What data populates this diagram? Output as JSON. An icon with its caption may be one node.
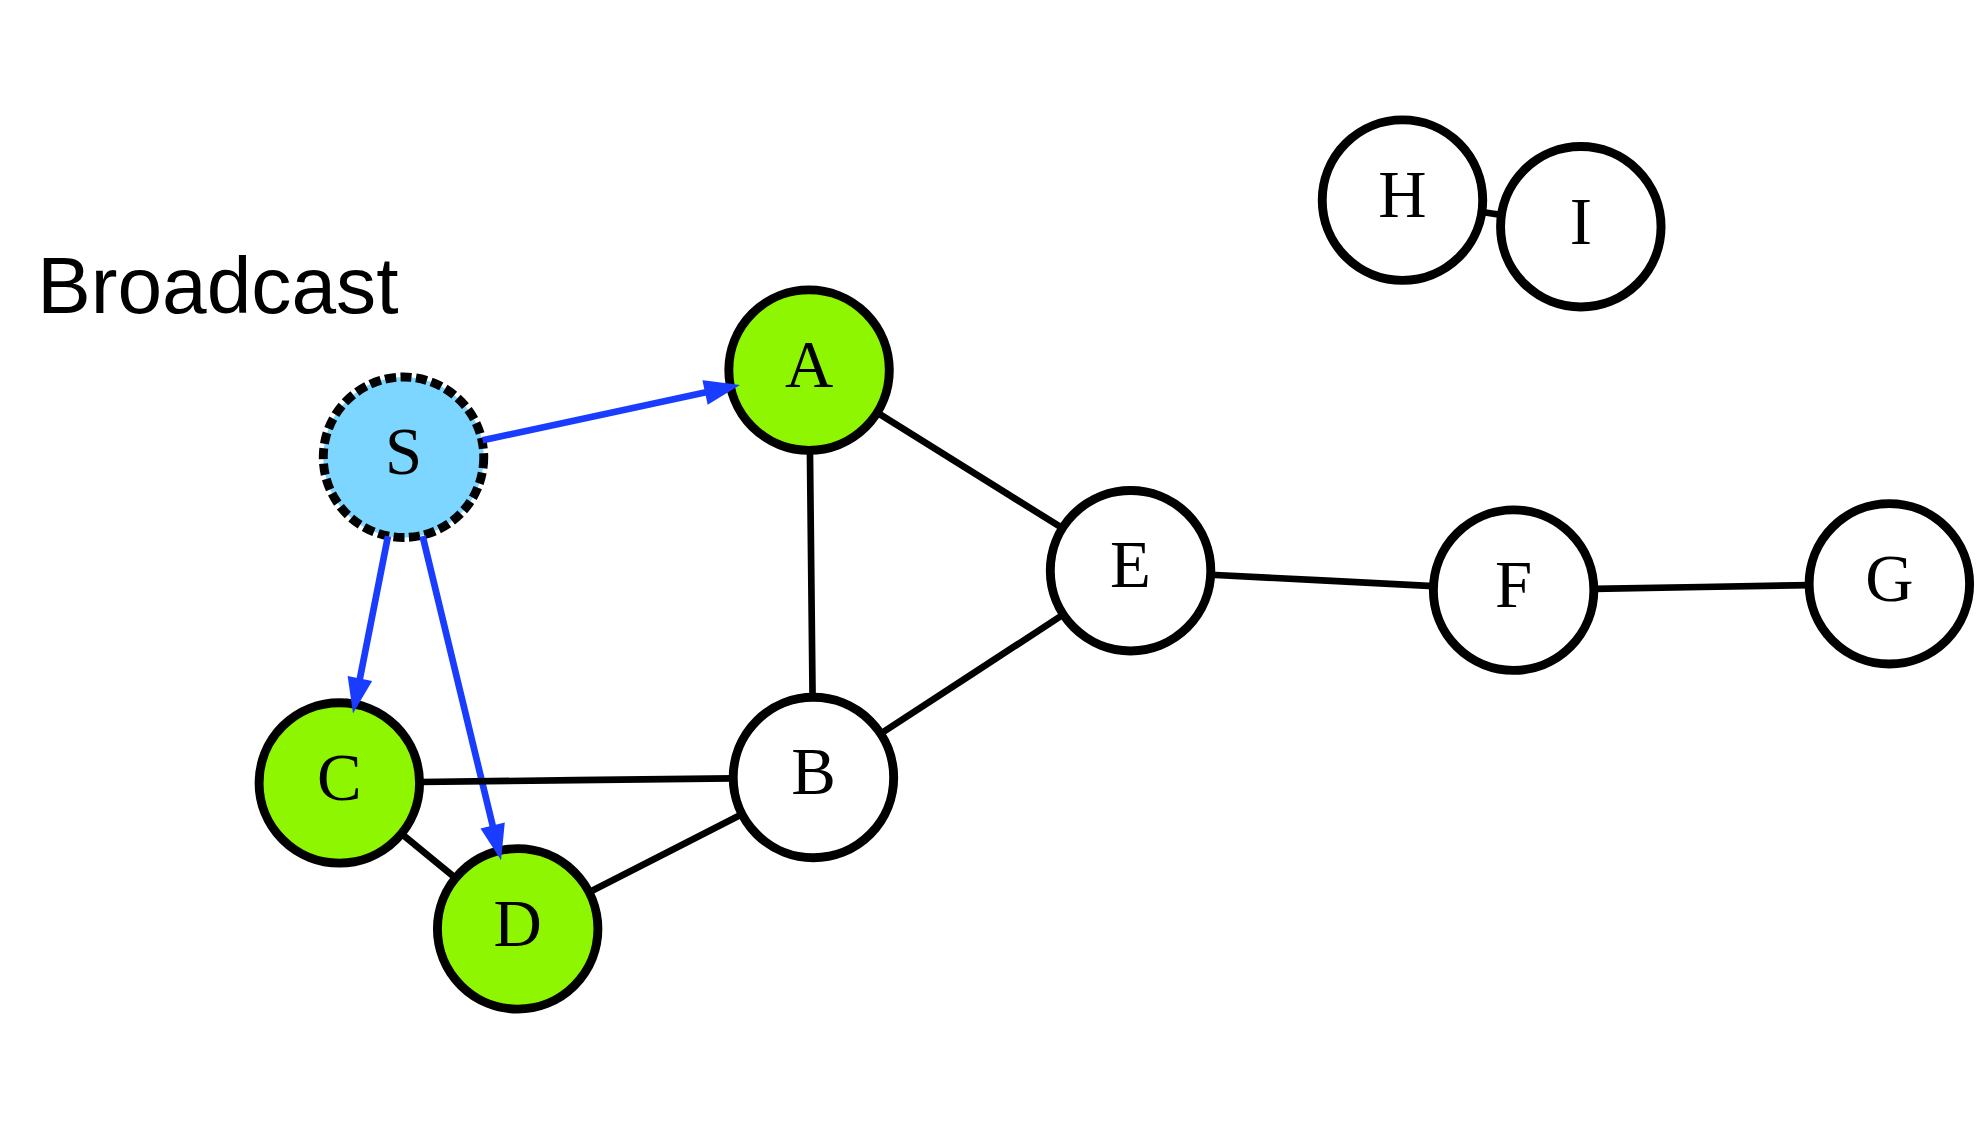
{
  "diagram": {
    "nodes": [
      {
        "text": [
          "H"
        ]
      },
      {
        "text": [
          "A"
        ]
      },
      {
        "text": [
          "E"
        ]
      },
      {
        "text": [
          "F"
        ]
      },
      {
        "text": [
          "I"
        ]
      },
      {
        "text": [
          "S"
        ]
      },
      {
        "text": [
          "G"
        ]
      },
      {
        "text": [
          "B"
        ]
      },
      {
        "text": [
          "C"
        ]
      },
      {
        "text": [
          "D"
        ]
      }
    ],
    "edges": [
      {
        "from": 0,
        "to": 4,
        "arrow": "none"
      },
      {
        "from": 1,
        "to": 2,
        "arrow": "none"
      },
      {
        "from": 2,
        "to": 3,
        "arrow": "none"
      },
      {
        "from": 1,
        "to": 7,
        "arrow": "none"
      },
      {
        "from": 2,
        "to": 7,
        "arrow": "none"
      },
      {
        "from": 3,
        "to": 6,
        "arrow": "none"
      },
      {
        "from": 7,
        "to": 8,
        "arrow": "none"
      },
      {
        "from": 7,
        "to": 9,
        "arrow": "none"
      },
      {
        "from": 8,
        "to": 9,
        "arrow": "none"
      },
      {
        "from": 5,
        "to": 1,
        "arrow": "to",
        "color": "#1a3cff"
      },
      {
        "from": 5,
        "to": 8,
        "arrow": "to",
        "color": "#1a3cff"
      },
      {
        "from": 5,
        "to": 9,
        "arrow": "to",
        "color": "#1a3cff"
      }
    ],
    "labels": [
      "Broadcast"
    ]
  }
}
